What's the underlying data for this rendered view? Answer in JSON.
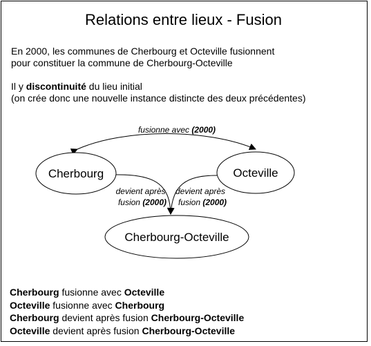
{
  "title": "Relations entre lieux - Fusion",
  "intro": {
    "line1": "En 2000, les communes de Cherbourg et Octeville fusionnent",
    "line2": "pour constituer la commune de Cherbourg-Octeville",
    "line3_prefix": "Il y ",
    "line3_bold": "discontinuité",
    "line3_suffix": " du lieu initial",
    "line4": "(on crée donc une nouvelle instance distincte des deux précédentes)"
  },
  "diagram": {
    "nodes": {
      "a": "Cherbourg",
      "b": "Octeville",
      "c": "Cherbourg-Octeville"
    },
    "edges": {
      "merge_label": "fusionne avec ",
      "merge_year": "(2000)",
      "left_line1": "devient après",
      "left_line2": "fusion ",
      "left_year": "(2000)",
      "right_line1": "devient après",
      "right_line2": "fusion ",
      "right_year": "(2000)"
    }
  },
  "summary": [
    {
      "subject": "Cherbourg",
      "verb": " fusionne avec ",
      "object": "Octeville"
    },
    {
      "subject": "Octeville",
      "verb": " fusionne avec ",
      "object": "Cherbourg"
    },
    {
      "subject": "Cherbourg",
      "verb": " devient après fusion ",
      "object": "Cherbourg-Octeville"
    },
    {
      "subject": "Octeville",
      "verb": " devient après fusion ",
      "object": "Cherbourg-Octeville"
    }
  ]
}
